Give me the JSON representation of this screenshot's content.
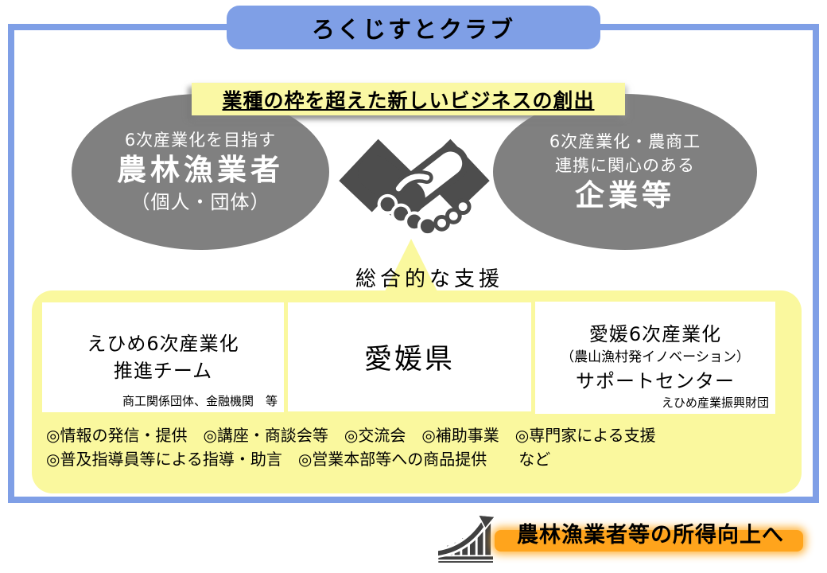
{
  "header": {
    "title": "ろくじすとクラブ"
  },
  "headline": {
    "text": "業種の枠を超えた新しいビジネスの創出"
  },
  "parties": {
    "farmers": {
      "qualifier": "6次産業化を目指す",
      "name": "農林漁業者",
      "suffix": "（個人・団体）"
    },
    "companies": {
      "qualifier_line1": "6次産業化・農商工",
      "qualifier_line2": "連携に関心のある",
      "name": "企業等"
    }
  },
  "support": {
    "label": "総合的な支援",
    "orgs": [
      {
        "lines": [
          "えひめ6次産業化",
          "推進チーム"
        ],
        "note": "商工関係団体、金融機関　等"
      },
      {
        "lines": [
          "愛媛県"
        ],
        "note": ""
      },
      {
        "lines": [
          "愛媛6次産業化",
          "（農山漁村発イノベーション）",
          "サポートセンター"
        ],
        "note": "えひめ産業振興財団"
      }
    ],
    "services": [
      "◎情報の発信・提供　◎講座・商談会等　◎交流会　◎補助事業　◎専門家による支援",
      "◎普及指導員等による指導・助言　◎営業本部等への商品提供　　など"
    ]
  },
  "outcome": {
    "text": "農林漁業者等の所得向上へ"
  },
  "icons": {
    "handshake": "handshake-icon",
    "growth_chart": "growth-chart-icon"
  },
  "colors": {
    "frame_blue": "#7F9FE6",
    "ellipse_gray": "#808080",
    "support_yellow": "#FAF89E",
    "headline_yellow": "#FAF8A4",
    "outcome_orange": "#FFA41C",
    "icon_dark": "#4D4D4D"
  }
}
